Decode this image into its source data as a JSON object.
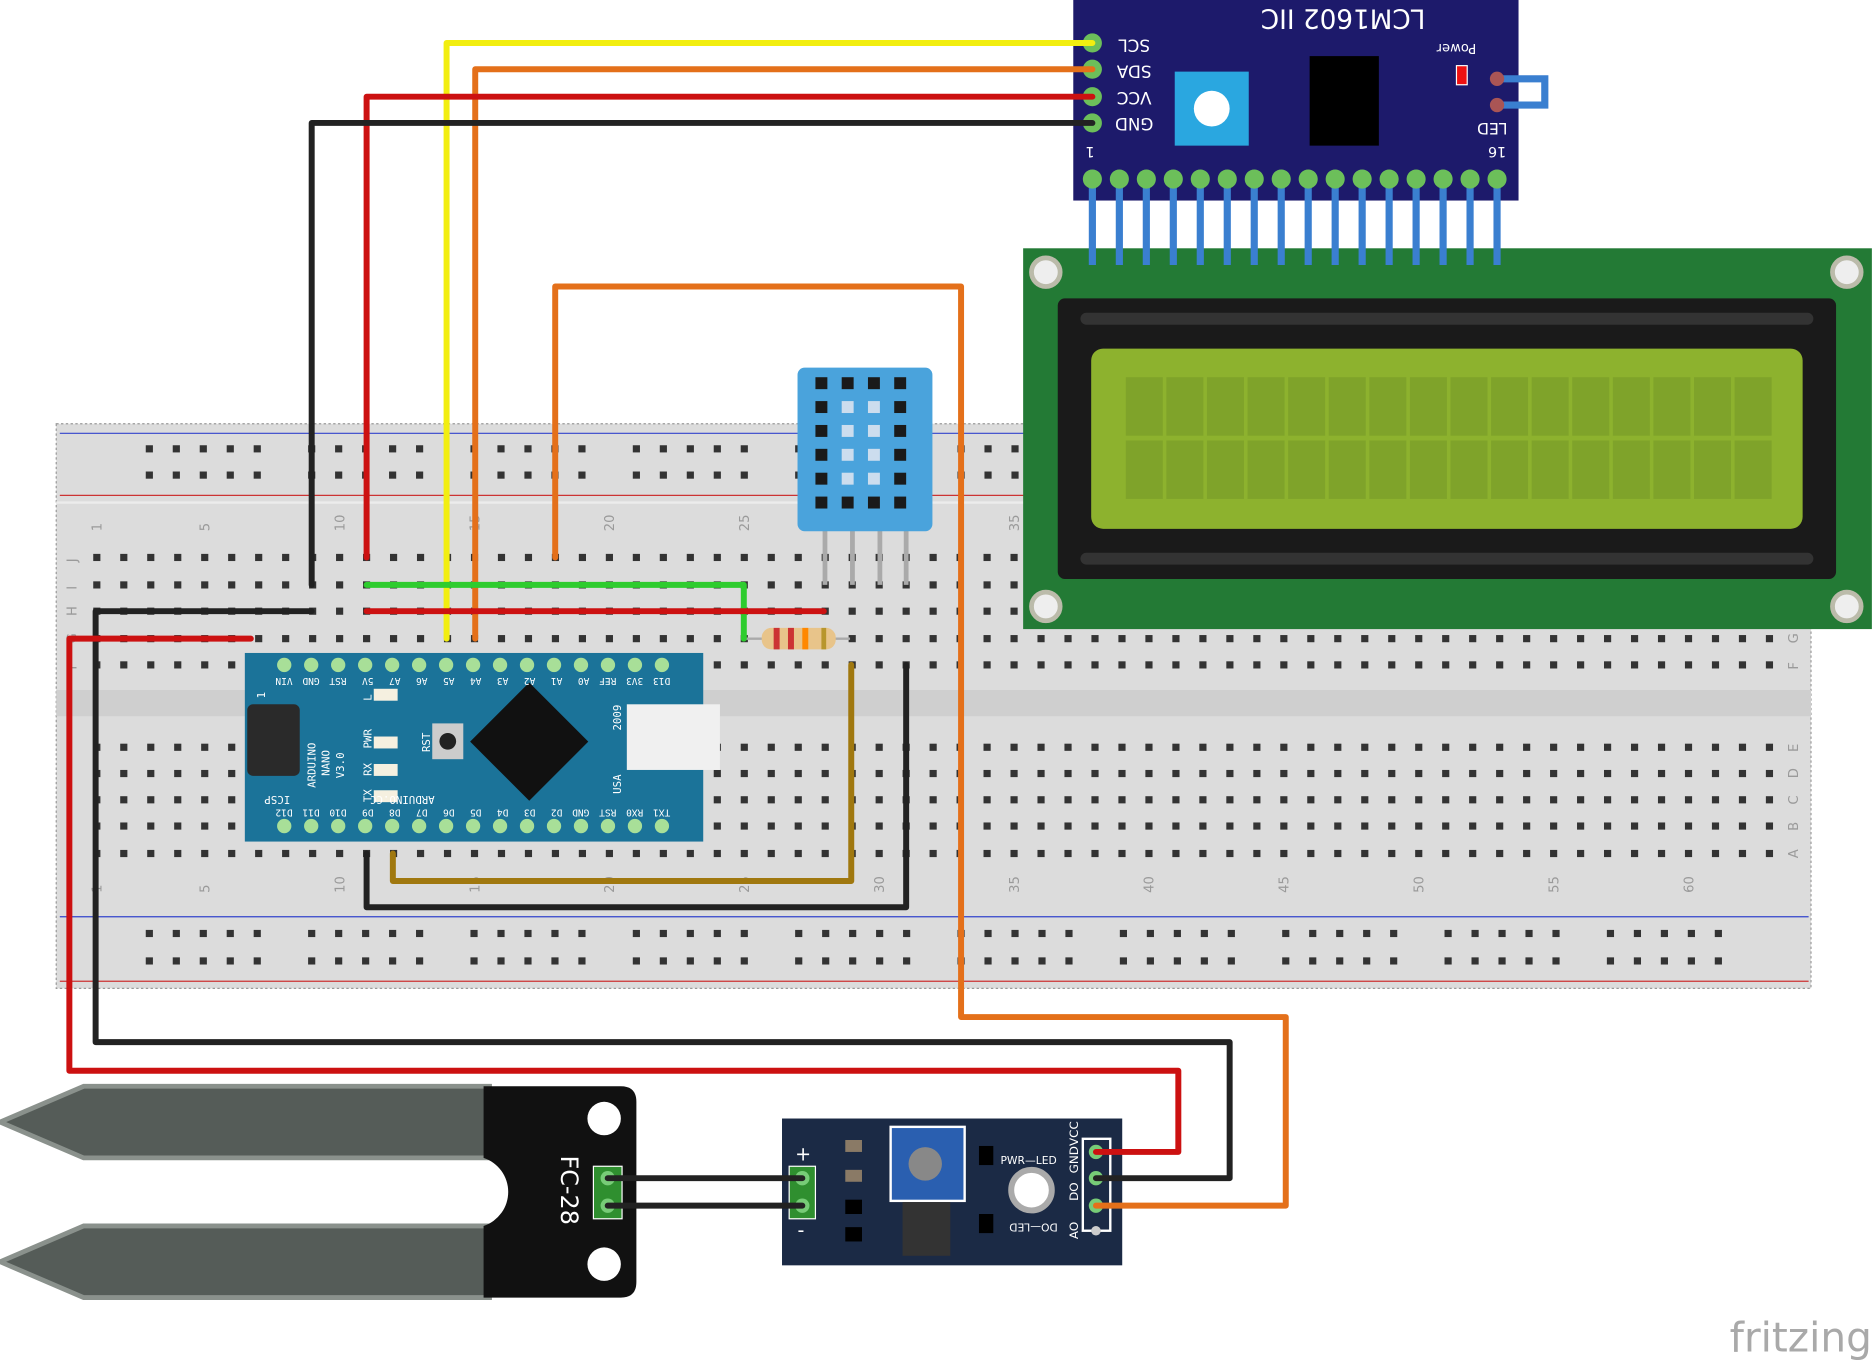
{
  "lcd_i2c": {
    "title": "LCM1602 IIC",
    "power_label": "Power",
    "led_label": "LED",
    "pin1": "1",
    "pin16": "16",
    "pins": [
      "SCL",
      "SDA",
      "VCC",
      "GND"
    ],
    "color": "#1d1a6b"
  },
  "lcd": {
    "pcb_color": "#237a35",
    "screen_color": "#8db22e"
  },
  "arduino": {
    "name": "ARDUINO",
    "model": "NANO",
    "version": "V3.0",
    "site": "ARDUINO.CC",
    "year": "2009",
    "country": "USA",
    "icsp": "ICSP",
    "icsp_pin": "1",
    "rst": "RST",
    "leds": [
      "L",
      "PWR",
      "RX",
      "TX"
    ],
    "top_pins": [
      "VIN",
      "GND",
      "RST",
      "5V",
      "A7",
      "A6",
      "A5",
      "A4",
      "A3",
      "A2",
      "A1",
      "A0",
      "REF",
      "3V3",
      "D13"
    ],
    "bottom_pins": [
      "TX1",
      "RX0",
      "RST",
      "GND",
      "D2",
      "D3",
      "D4",
      "D5",
      "D6",
      "D7",
      "D8",
      "D9",
      "D10",
      "D11",
      "D12"
    ],
    "color": "#1b7399"
  },
  "breadboard": {
    "row_letters_top": [
      "J",
      "I",
      "H",
      "G",
      "F"
    ],
    "row_letters_bottom": [
      "E",
      "D",
      "C",
      "B",
      "A"
    ],
    "column_numbers": [
      "1",
      "5",
      "10",
      "15",
      "20",
      "25",
      "30",
      "35",
      "40",
      "45",
      "50",
      "55",
      "60"
    ]
  },
  "soil_probe": {
    "label": "FC-28"
  },
  "sensor_module": {
    "pins": [
      "VCC",
      "GND",
      "DO",
      "AO"
    ],
    "pwr_led": "PWR—LED",
    "do_led": "DO—LED",
    "plus": "+",
    "minus": "-"
  },
  "wire_colors": {
    "red": "#cc1111",
    "black": "#222222",
    "yellow": "#f2ee10",
    "orange": "#e4701a",
    "green": "#2ecc2e",
    "brown": "#a0780f"
  },
  "watermark": "fritzing"
}
